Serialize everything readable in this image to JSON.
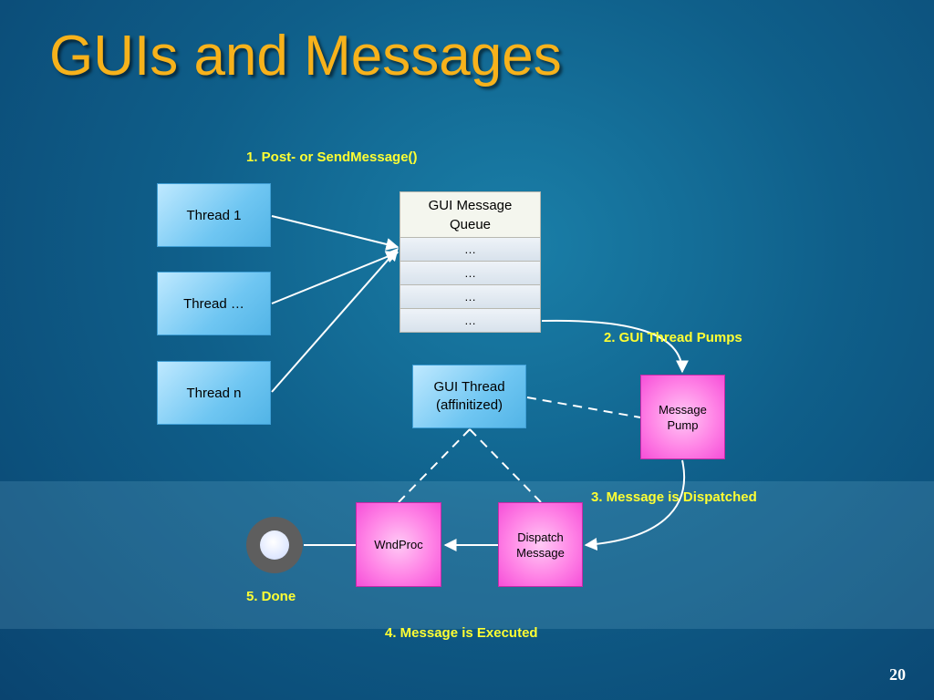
{
  "slide": {
    "title": "GUIs and Messages",
    "page_number": "20"
  },
  "threads": [
    {
      "label": "Thread 1"
    },
    {
      "label": "Thread …"
    },
    {
      "label": "Thread n"
    }
  ],
  "queue": {
    "header": "GUI Message Queue",
    "rows": [
      "…",
      "…",
      "…",
      "…"
    ]
  },
  "gui_thread": {
    "line1": "GUI Thread",
    "line2": "(affinitized)"
  },
  "nodes": {
    "message_pump": {
      "line1": "Message",
      "line2": "Pump"
    },
    "wndproc": {
      "label": "WndProc"
    },
    "dispatch_message": {
      "line1": "Dispatch",
      "line2": "Message"
    }
  },
  "steps": {
    "step1": "1. Post- or SendMessage()",
    "step2": "2. GUI Thread Pumps",
    "step3": "3. Message is Dispatched",
    "step4": "4. Message is Executed",
    "step5": "5. Done"
  },
  "colors": {
    "title": "#f7b21b",
    "step_labels": "#ffff33",
    "thread_box": "#6fc6f2",
    "pink_box": "#ff84e6"
  }
}
